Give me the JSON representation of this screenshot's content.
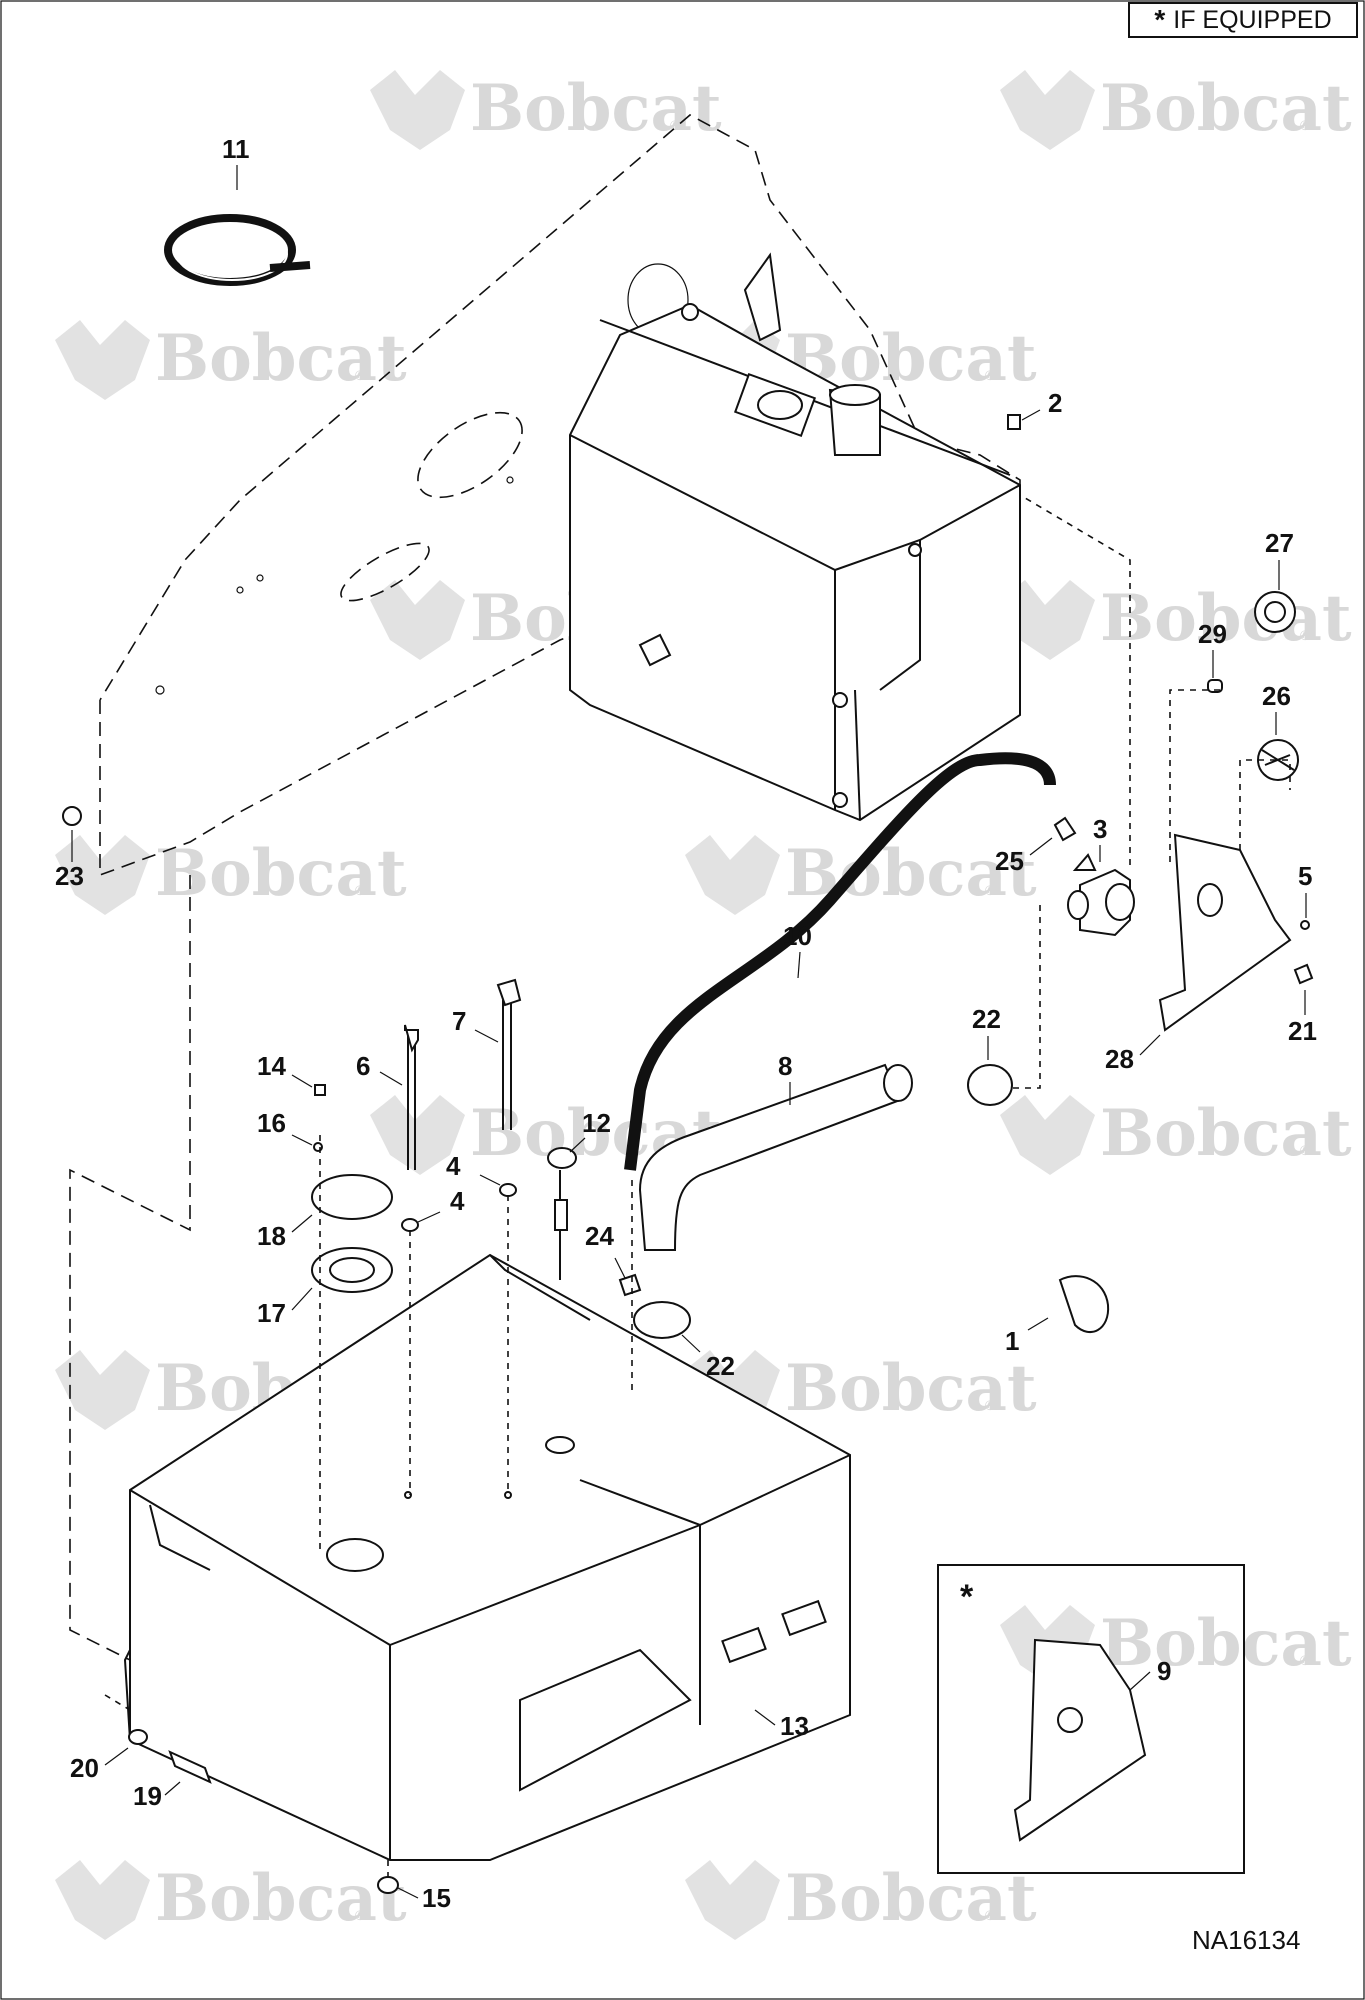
{
  "legend": {
    "symbol": "*",
    "text": "IF EQUIPPED"
  },
  "figure_code": "NA16134",
  "watermark": {
    "brand": "Bobcat",
    "mark": "®"
  },
  "inset": {
    "symbol": "*"
  },
  "callouts": [
    "1",
    "2",
    "3",
    "4",
    "4",
    "5",
    "6",
    "7",
    "8",
    "9",
    "10",
    "11",
    "12",
    "13",
    "14",
    "15",
    "16",
    "17",
    "18",
    "19",
    "20",
    "21",
    "22",
    "22",
    "23",
    "24",
    "25",
    "26",
    "27",
    "28",
    "29"
  ],
  "colors": {
    "line": "#111111",
    "watermark": "#d8d8d8",
    "background": "#ffffff"
  }
}
